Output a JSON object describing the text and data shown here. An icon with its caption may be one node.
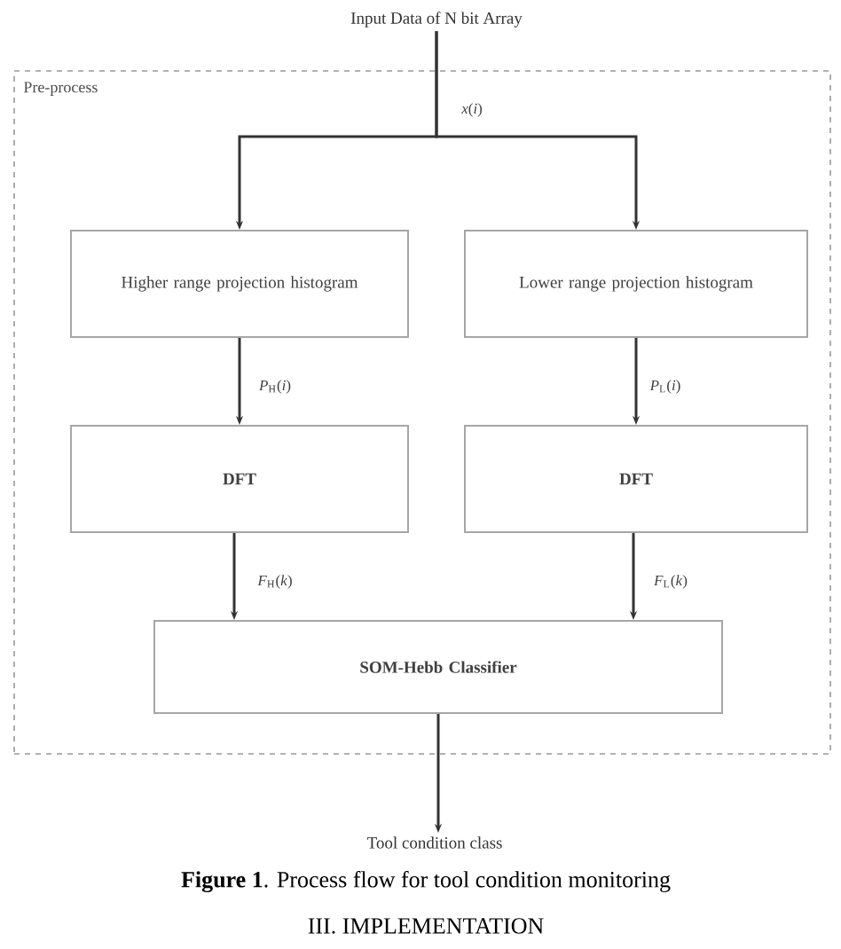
{
  "diagram": {
    "caption": "**Figure 1**. Process flow for tool condition monitoring",
    "nodes": [
      {
        "text": [
          "Pre-process"
        ]
      },
      {
        "text": [
          "Input Data of N bit Array"
        ]
      },
      {
        "text": [
          "Higher range projection histogram"
        ],
        "in": 0
      },
      {
        "text": [
          "Lower range projection histogram"
        ],
        "in": 0
      },
      {
        "text": [
          "DFT"
        ],
        "in": 0
      },
      {
        "text": [
          "DFT"
        ],
        "in": 0
      },
      {
        "text": [
          "SOM-Hebb Classifier"
        ],
        "in": 0
      },
      {
        "text": [
          "Tool condition class"
        ]
      }
    ],
    "edges": [
      {
        "from": 1,
        "to": 2,
        "arrow": "to",
        "label": "*x*(*i*)"
      },
      {
        "from": 1,
        "to": 3,
        "arrow": "to"
      },
      {
        "from": 2,
        "to": 4,
        "arrow": "to",
        "label": "*P*$_{H}$(*i*)"
      },
      {
        "from": 3,
        "to": 5,
        "arrow": "to",
        "label": "*P*$_{L}$(*i*)"
      },
      {
        "from": 4,
        "to": 6,
        "arrow": "to",
        "label": "*F*$_{H}$(*k*)"
      },
      {
        "from": 5,
        "to": 6,
        "arrow": "to",
        "label": "*F*$_{L}$(*k*)"
      },
      {
        "from": 6,
        "to": 7,
        "arrow": "to"
      }
    ],
    "labels": [
      "III. IMPLEMENTATION"
    ]
  }
}
